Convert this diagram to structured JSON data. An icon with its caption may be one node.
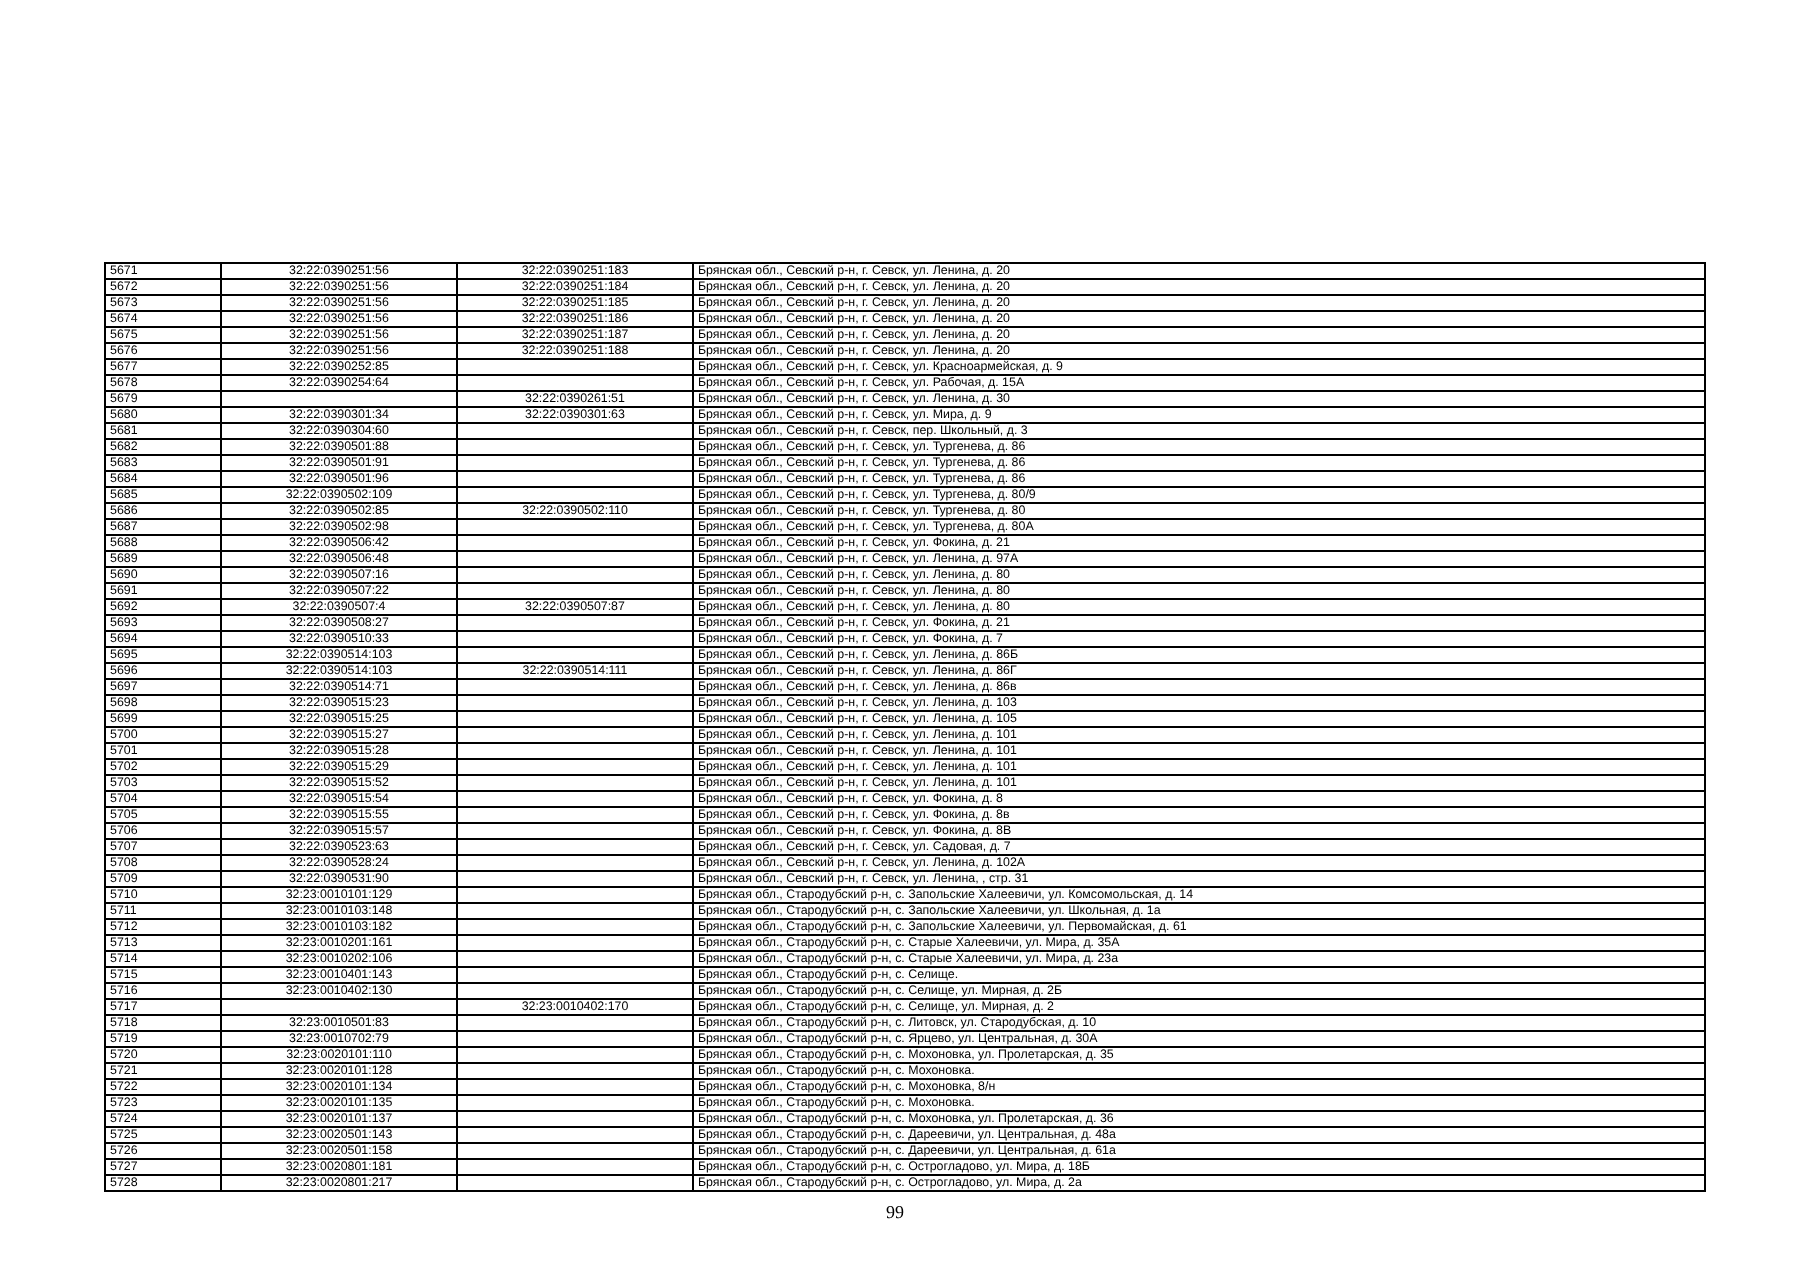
{
  "diagram": {
    "labels": [
      "5671",
      "32:22:0390251:56",
      "32:22:0390251:183",
      "Брянская обл., Севский р-н, г. Севск, ул. Ленина, д. 20",
      "5672",
      "32:22:0390251:56",
      "32:22:0390251:184",
      "Брянская обл., Севский р-н, г. Севск, ул. Ленина, д. 20",
      "5673",
      "32:22:0390251:56",
      "32:22:0390251:185",
      "Брянская обл., Севский р-н, г. Севск, ул. Ленина, д. 20",
      "5674",
      "32:22:0390251:56",
      "32:22:0390251:186",
      "Брянская обл., Севский р-н, г. Севск, ул. Ленина, д. 20",
      "5675",
      "32:22:0390251:56",
      "32:22:0390251:187",
      "Брянская обл., Севский р-н, г. Севск, ул. Ленина, д. 20",
      "5676",
      "32:22:0390251:56",
      "32:22:0390251:188",
      "Брянская обл., Севский р-н, г. Севск, ул. Ленина, д. 20",
      "5677",
      "32:22:0390252:85",
      "Брянская обл., Севский р-н, г. Севск, ул. Красноармейская, д. 9",
      "5678",
      "32:22:0390254:64",
      "Брянская обл., Севский р-н, г. Севск, ул. Рабочая, д. 15А",
      "5679",
      "32:22:0390261:51",
      "Брянская обл., Севский р-н, г. Севск, ул. Ленина, д. 30",
      "5680",
      "32:22:0390301:34",
      "32:22:0390301:63",
      "Брянская обл., Севский р-н, г. Севск, ул. Мира, д. 9",
      "5681",
      "32:22:0390304:60",
      "Брянская обл., Севский р-н, г. Севск, пер. Школьный, д. 3",
      "5682",
      "32:22:0390501:88",
      "Брянская обл., Севский р-н, г. Севск, ул. Тургенева, д. 86",
      "5683",
      "32:22:0390501:91",
      "Брянская обл., Севский р-н, г. Севск, ул. Тургенева, д. 86",
      "5684",
      "32:22:0390501:96",
      "Брянская обл., Севский р-н, г. Севск, ул. Тургенева, д. 86",
      "5685",
      "32:22:0390502:109",
      "Брянская обл., Севский р-н, г. Севск, ул. Тургенева, д. 80/9",
      "5686",
      "32:22:0390502:85",
      "32:22:0390502:110",
      "Брянская обл., Севский р-н, г. Севск, ул. Тургенева, д. 80",
      "5687",
      "32:22:0390502:98",
      "Брянская обл., Севский р-н, г. Севск, ул. Тургенева, д. 80А",
      "5688",
      "32:22:0390506:42",
      "Брянская обл., Севский р-н, г. Севск, ул. Фокина, д. 21",
      "5689",
      "32:22:0390506:48",
      "Брянская обл., Севский р-н, г. Севск, ул. Ленина, д. 97А",
      "5690",
      "32:22:0390507:16",
      "Брянская обл., Севский р-н, г. Севск, ул. Ленина, д. 80",
      "5691",
      "32:22:0390507:22",
      "Брянская обл., Севский р-н, г. Севск, ул. Ленина, д. 80",
      "5692",
      "32:22:0390507:4",
      "32:22:0390507:87",
      "Брянская обл., Севский р-н, г. Севск, ул. Ленина, д. 80",
      "5693",
      "32:22:0390508:27",
      "Брянская обл., Севский р-н, г. Севск, ул. Фокина, д. 21",
      "5694",
      "32:22:0390510:33",
      "Брянская обл., Севский р-н, г. Севск, ул. Фокина, д. 7",
      "5695",
      "32:22:0390514:103",
      "Брянская обл., Севский р-н, г. Севск, ул. Ленина, д. 86Б",
      "5696",
      "32:22:0390514:103",
      "32:22:0390514:111",
      "Брянская обл., Севский р-н, г. Севск, ул. Ленина, д. 86Г",
      "5697",
      "32:22:0390514:71",
      "Брянская обл., Севский р-н, г. Севск, ул. Ленина, д. 86в",
      "5698",
      "32:22:0390515:23",
      "Брянская обл., Севский р-н, г. Севск, ул. Ленина, д. 103",
      "5699",
      "32:22:0390515:25",
      "Брянская обл., Севский р-н, г. Севск, ул. Ленина, д. 105",
      "5700",
      "32:22:0390515:27",
      "Брянская обл., Севский р-н, г. Севск, ул. Ленина, д. 101",
      "5701",
      "32:22:0390515:28",
      "Брянская обл., Севский р-н, г. Севск, ул. Ленина, д. 101",
      "5702",
      "32:22:0390515:29",
      "Брянская обл., Севский р-н, г. Севск, ул. Ленина, д. 101",
      "5703",
      "32:22:0390515:52",
      "Брянская обл., Севский р-н, г. Севск, ул. Ленина, д. 101",
      "5704",
      "32:22:0390515:54",
      "Брянская обл., Севский р-н, г. Севск, ул. Фокина, д. 8",
      "5705",
      "32:22:0390515:55",
      "Брянская обл., Севский р-н, г. Севск, ул. Фокина, д. 8в",
      "5706",
      "32:22:0390515:57",
      "Брянская обл., Севский р-н, г. Севск, ул. Фокина, д. 8В",
      "5707",
      "32:22:0390523:63",
      "Брянская обл., Севский р-н, г. Севск, ул. Садовая, д. 7",
      "5708",
      "32:22:0390528:24",
      "Брянская обл., Севский р-н, г. Севск, ул. Ленина, д. 102А",
      "5709",
      "32:22:0390531:90",
      "Брянская обл., Севский р-н, г. Севск, ул. Ленина, , стр. 31",
      "5710",
      "32:23:0010101:129",
      "Брянская обл., Стародубский р-н, с. Запольские Халеевичи, ул. Комсомольская, д. 14",
      "5711",
      "32:23:0010103:148",
      "Брянская обл., Стародубский р-н, с. Запольские Халеевичи, ул. Школьная, д. 1а",
      "5712",
      "32:23:0010103:182",
      "Брянская обл., Стародубский р-н, с. Запольские Халеевичи, ул. Первомайская, д. 61",
      "5713",
      "32:23:0010201:161",
      "Брянская обл., Стародубский р-н, с. Старые Халеевичи, ул. Мира, д. 35А",
      "5714",
      "32:23:0010202:106",
      "Брянская обл., Стародубский р-н, с. Старые Халеевичи, ул. Мира, д. 23а",
      "5715",
      "32:23:0010401:143",
      "Брянская обл., Стародубский р-н, с. Селище.",
      "5716",
      "32:23:0010402:130",
      "Брянская обл., Стародубский р-н, с. Селище, ул. Мирная, д. 2Б",
      "5717",
      "32:23:0010402:170",
      "Брянская обл., Стародубский р-н, с. Селище, ул. Мирная, д. 2",
      "5718",
      "32:23:0010501:83",
      "Брянская обл., Стародубский р-н, с. Литовск, ул. Стародубская, д. 10",
      "5719",
      "32:23:0010702:79",
      "Брянская обл., Стародубский р-н, с. Ярцево, ул. Центральная, д. 30А",
      "5720",
      "32:23:0020101:110",
      "Брянская обл., Стародубский р-н, с. Мохоновка, ул. Пролетарская, д. 35",
      "5721",
      "32:23:0020101:128",
      "Брянская обл., Стародубский р-н, с. Мохоновка.",
      "5722",
      "32:23:0020101:134",
      "Брянская обл., Стародубский р-н, с. Мохоновка, 8/н",
      "5723",
      "32:23:0020101:135",
      "Брянская обл., Стародубский р-н, с. Мохоновка.",
      "5724",
      "32:23:0020101:137",
      "Брянская обл., Стародубский р-н, с. Мохоновка, ул. Пролетарская, д. 36",
      "5725",
      "32:23:0020501:143",
      "Брянская обл., Стародубский р-н, с. Дареевичи, ул. Центральная, д. 48а",
      "5726",
      "32:23:0020501:158",
      "Брянская обл., Стародубский р-н, с. Дареевичи, ул. Центральная, д. 61а",
      "5727",
      "32:23:0020801:181",
      "Брянская обл., Стародубский р-н, с. Острогладово, ул. Мира, д. 18Б",
      "5728",
      "32:23:0020801:217",
      "Брянская обл., Стародубский р-н, с. Острогладово, ул. Мира, д. 2а",
      "99"
    ]
  }
}
